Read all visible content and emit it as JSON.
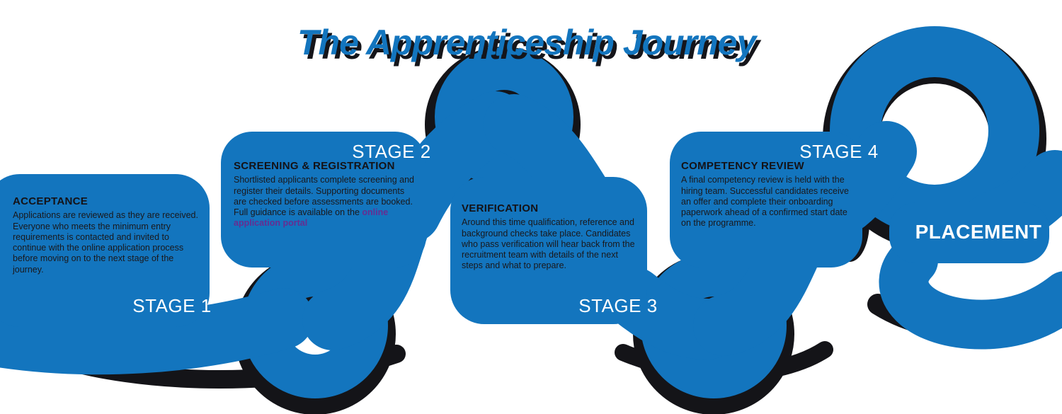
{
  "title": {
    "text": "The Apprenticeship Journey"
  },
  "colors": {
    "ribbon_blue": "#1375BE",
    "shadow_dark": "#141418",
    "label_white": "#FFFFFF",
    "body_text": "#1A181B",
    "link_purple": "#662D91"
  },
  "stages": [
    {
      "label": "STAGE 1",
      "heading": "ACCEPTANCE",
      "body": "Applications are reviewed as they are received. Everyone who meets the minimum entry requirements is contacted and invited to continue with the online application process before moving on to the next stage of the journey."
    },
    {
      "label": "STAGE 2",
      "heading": "SCREENING & REGISTRATION",
      "body": "Shortlisted applicants complete screening and register their details. Supporting documents are checked before assessments are booked. Full guidance is available on the",
      "link": "online application portal"
    },
    {
      "label": "STAGE 3",
      "heading": "VERIFICATION",
      "body": "Around this time qualification, reference and background checks take place. Candidates who pass verification will hear back from the recruitment team with details of the next steps and what to prepare."
    },
    {
      "label": "STAGE 4",
      "heading": "COMPETENCY REVIEW",
      "body": "A final competency review is held with the hiring team. Successful candidates receive an offer and complete their onboarding paperwork ahead of a confirmed start date on the programme."
    }
  ],
  "placement": {
    "label": "PLACEMENT"
  }
}
